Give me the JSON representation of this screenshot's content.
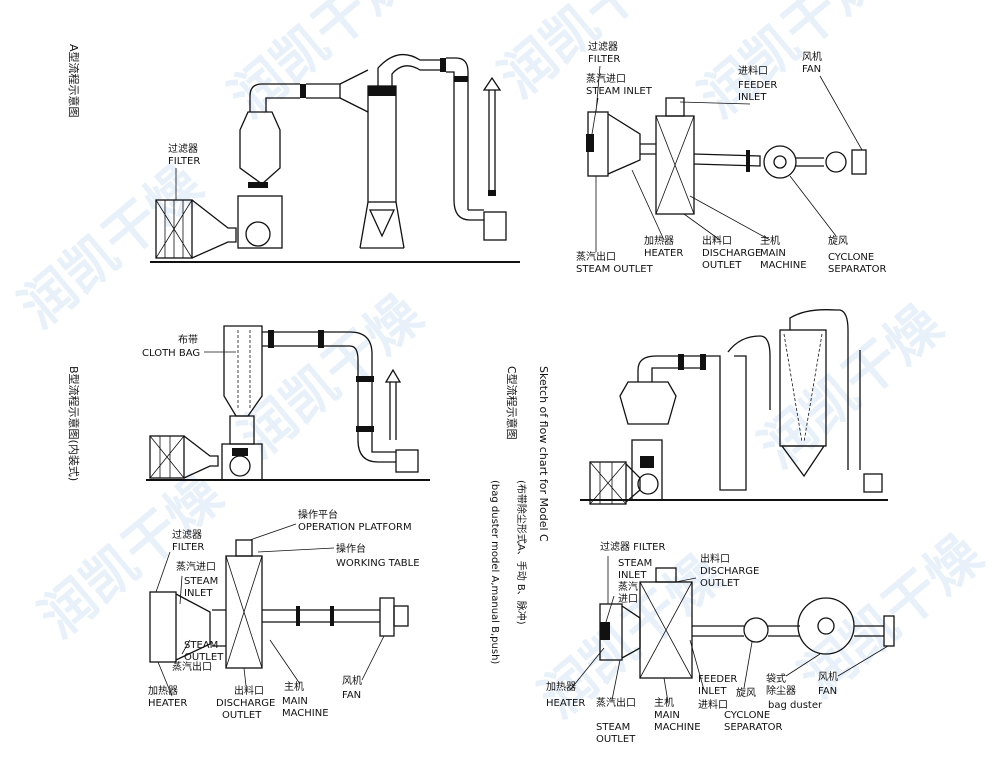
{
  "watermark": "润凯干燥",
  "diagram_a": {
    "title": "A型流程示意图",
    "filter_cn": "过滤器",
    "filter_en": "FILTER"
  },
  "diagram_b": {
    "title": "B型流程示意图(内装式)",
    "clothbag_cn": "布带",
    "clothbag_en": "CLOTH BAG"
  },
  "diagram_c": {
    "title_cn": "C型流程示意图",
    "title_en": "Sketch of flow chart for Model C",
    "note_cn": "(布带除尘形式A、手动 B、脉冲)",
    "note_en": "(bag duster model A,manual B,push)"
  },
  "sketch_a": {
    "filter_cn": "过滤器",
    "filter_en": "FILTER",
    "steam_inlet_cn": "蒸汽进口",
    "steam_inlet_en": "STEAM INLET",
    "feeder_cn": "进料口",
    "feeder_en1": "FEEDER",
    "feeder_en2": "INLET",
    "fan_cn": "风机",
    "fan_en": "FAN",
    "steam_outlet_cn": "蒸汽出口",
    "steam_outlet_en": "STEAM OUTLET",
    "heater_cn": "加热器",
    "heater_en": "HEATER",
    "discharge_cn": "出料口",
    "discharge_en1": "DISCHARGE",
    "discharge_en2": "OUTLET",
    "main_cn": "主机",
    "main_en1": "MAIN",
    "main_en2": "MACHINE",
    "cyclone_cn": "旋风",
    "cyclone_en1": "CYCLONE",
    "cyclone_en2": "SEPARATOR"
  },
  "sketch_b": {
    "platform_cn": "操作平台",
    "platform_en": "OPERATION PLATFORM",
    "table_cn": "操作台",
    "table_en": "WORKING TABLE",
    "filter_cn": "过滤器",
    "filter_en": "FILTER",
    "steam_inlet_cn": "蒸汽进口",
    "steam_inlet_en1": "STEAM",
    "steam_inlet_en2": "INLET",
    "steam_outlet_en1": "STEAM",
    "steam_outlet_en2": "OUTLET",
    "steam_outlet_cn": "蒸汽出口",
    "heater_cn": "加热器",
    "heater_en": "HEATER",
    "discharge_cn": "出料口",
    "discharge_en1": "DISCHARGE",
    "discharge_en2": "OUTLET",
    "main_cn": "主机",
    "main_en1": "MAIN",
    "main_en2": "MACHINE",
    "fan_cn": "风机",
    "fan_en": "FAN"
  },
  "sketch_c": {
    "filter": "过滤器 FILTER",
    "steam_inlet_en1": "STEAM",
    "steam_inlet_en2": "INLET",
    "steam_inlet_cn1": "蒸汽",
    "steam_inlet_cn2": "进口",
    "discharge_cn": "出料口",
    "discharge_en1": "DISCHARGE",
    "discharge_en2": "OUTLET",
    "heater_cn": "加热器",
    "heater_en": "HEATER",
    "steam_outlet_cn": "蒸汽出口",
    "steam_outlet_en1": "STEAM",
    "steam_outlet_en2": "OUTLET",
    "main_cn": "主机",
    "main_en1": "MAIN",
    "main_en2": "MACHINE",
    "feeder_en1": "FEEDER",
    "feeder_en2": "INLET",
    "feeder_cn": "进料口",
    "cyclone_cn": "旋风",
    "cyclone_en1": "CYCLONE",
    "cyclone_en2": "SEPARATOR",
    "bag_cn1": "袋式",
    "bag_cn2": "除尘器",
    "bag_en": "bag duster",
    "fan_cn": "风机",
    "fan_en": "FAN"
  }
}
